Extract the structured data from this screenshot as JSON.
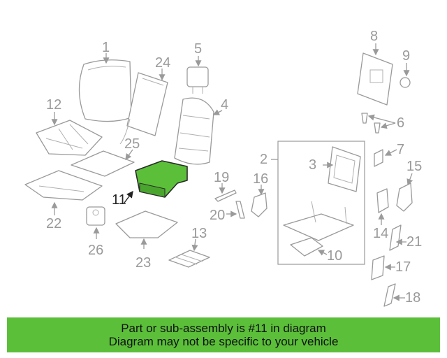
{
  "diagram": {
    "highlight_color": "#5bbf3a",
    "highlighted_part": "11",
    "callouts": [
      "1",
      "2",
      "3",
      "4",
      "5",
      "6",
      "7",
      "8",
      "9",
      "10",
      "11",
      "12",
      "13",
      "14",
      "15",
      "16",
      "17",
      "18",
      "19",
      "20",
      "21",
      "22",
      "23",
      "24",
      "25",
      "26"
    ]
  },
  "banner": {
    "line1": "Part or sub-assembly is #11 in diagram",
    "line2": "Diagram may not be specific to your vehicle",
    "background": "#5bbf3a"
  }
}
